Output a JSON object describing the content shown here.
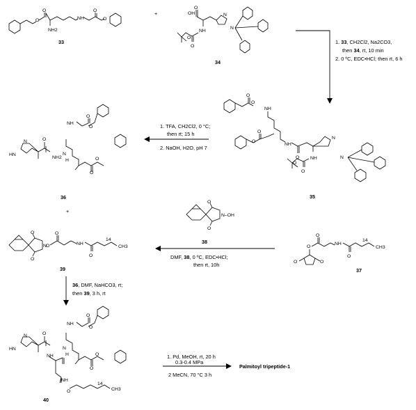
{
  "compounds": {
    "c33": "33",
    "c34": "34",
    "c35": "35",
    "c36": "36",
    "c37": "37",
    "c38": "38",
    "c39": "39",
    "c40": "40"
  },
  "signs": {
    "plus1": "+",
    "plus2": "+"
  },
  "step1": {
    "line1_ref": "33",
    "line1_rest": ", CH2Cl2, Na2CO3,",
    "line1_prefix": "1. ",
    "line2_pre": "then ",
    "line2_ref": "34",
    "line2_rest": ", rt, 10 min",
    "line3": "2. 0 ºC, EDC•HCl; then rt, 6 h"
  },
  "step2": {
    "line1": "1. TFA, CH2Cl2, 0 °C;",
    "line2": "then rt; 15 h",
    "line3": "2. NaOH, H2O, pH 7"
  },
  "step3": {
    "line1_pre": "DMF, ",
    "line1_ref": "38",
    "line1_rest": ", 0 ºC, EDC•HCl;",
    "line2": "then rt, 10h"
  },
  "step4": {
    "line1_ref": "36",
    "line1_rest": ", DMF, NaHCO3, rt;",
    "line2_pre": "then ",
    "line2_ref": "39",
    "line2_rest": ", 3 h, rt"
  },
  "step5": {
    "line1": "1. Pd, MeOH, rt, 20 h",
    "line2": "0.3-0.4 MPa",
    "line3": "2  MeCN, 70 °C 3 h"
  },
  "product": "Palmitoyl tripeptide-1",
  "atoms": {
    "O": "O",
    "N": "N",
    "H": "H",
    "NH": "NH",
    "NH2": "NH2",
    "OH": "OH",
    "HN": "HN",
    "N_OH": "N–OH",
    "CH3": "CH3",
    "sub14": "14"
  }
}
